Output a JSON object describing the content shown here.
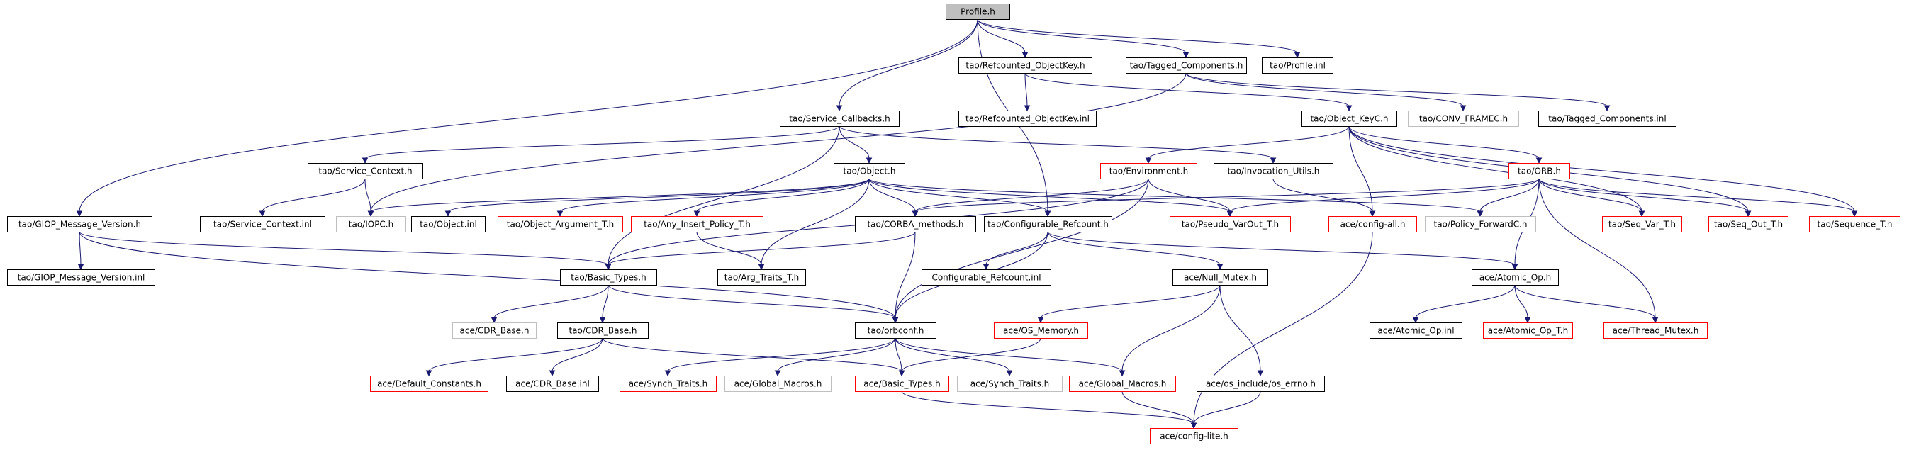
{
  "colors": {
    "edge": "#191970",
    "border_default": "#000000",
    "border_red": "#ff0000",
    "border_gray": "#bfbfbf",
    "fill_root": "#bfbfbf",
    "fill_default": "#ffffff"
  },
  "nodes": [
    {
      "id": "profile_h",
      "label": "Profile.h",
      "style": "root"
    },
    {
      "id": "refcounted_objectkey_h",
      "label": "tao/Refcounted_ObjectKey.h",
      "style": "black"
    },
    {
      "id": "tagged_components_h",
      "label": "tao/Tagged_Components.h",
      "style": "black"
    },
    {
      "id": "profile_inl",
      "label": "tao/Profile.inl",
      "style": "black"
    },
    {
      "id": "service_callbacks_h",
      "label": "tao/Service_Callbacks.h",
      "style": "black"
    },
    {
      "id": "refcounted_objectkey_inl",
      "label": "tao/Refcounted_ObjectKey.inl",
      "style": "black"
    },
    {
      "id": "object_keyc_h",
      "label": "tao/Object_KeyC.h",
      "style": "black"
    },
    {
      "id": "conv_framec_h",
      "label": "tao/CONV_FRAMEC.h",
      "style": "gray"
    },
    {
      "id": "tagged_components_inl",
      "label": "tao/Tagged_Components.inl",
      "style": "black"
    },
    {
      "id": "service_context_h",
      "label": "tao/Service_Context.h",
      "style": "black"
    },
    {
      "id": "object_h",
      "label": "tao/Object.h",
      "style": "black"
    },
    {
      "id": "environment_h",
      "label": "tao/Environment.h",
      "style": "red"
    },
    {
      "id": "invocation_utils_h",
      "label": "tao/Invocation_Utils.h",
      "style": "black"
    },
    {
      "id": "orb_h",
      "label": "tao/ORB.h",
      "style": "red"
    },
    {
      "id": "giop_message_version_h",
      "label": "tao/GIOP_Message_Version.h",
      "style": "black"
    },
    {
      "id": "service_context_inl",
      "label": "tao/Service_Context.inl",
      "style": "black"
    },
    {
      "id": "iopc_h",
      "label": "tao/IOPC.h",
      "style": "gray"
    },
    {
      "id": "object_inl",
      "label": "tao/Object.inl",
      "style": "black"
    },
    {
      "id": "object_argument_t_h",
      "label": "tao/Object_Argument_T.h",
      "style": "red"
    },
    {
      "id": "any_insert_policy_t_h",
      "label": "tao/Any_Insert_Policy_T.h",
      "style": "red"
    },
    {
      "id": "corba_methods_h",
      "label": "tao/CORBA_methods.h",
      "style": "black"
    },
    {
      "id": "configurable_refcount_h",
      "label": "tao/Configurable_Refcount.h",
      "style": "black"
    },
    {
      "id": "pseudo_varout_t_h",
      "label": "tao/Pseudo_VarOut_T.h",
      "style": "red"
    },
    {
      "id": "config_all_h",
      "label": "ace/config-all.h",
      "style": "red"
    },
    {
      "id": "policy_forwardc_h",
      "label": "tao/Policy_ForwardC.h",
      "style": "gray"
    },
    {
      "id": "seq_var_t_h",
      "label": "tao/Seq_Var_T.h",
      "style": "red"
    },
    {
      "id": "seq_out_t_h",
      "label": "tao/Seq_Out_T.h",
      "style": "red"
    },
    {
      "id": "sequence_t_h",
      "label": "tao/Sequence_T.h",
      "style": "red"
    },
    {
      "id": "giop_message_version_inl",
      "label": "tao/GIOP_Message_Version.inl",
      "style": "black"
    },
    {
      "id": "basic_types_h",
      "label": "tao/Basic_Types.h",
      "style": "black"
    },
    {
      "id": "arg_traits_t_h",
      "label": "tao/Arg_Traits_T.h",
      "style": "black"
    },
    {
      "id": "configurable_refcount_inl",
      "label": "Configurable_Refcount.inl",
      "style": "black"
    },
    {
      "id": "null_mutex_h",
      "label": "ace/Null_Mutex.h",
      "style": "black"
    },
    {
      "id": "atomic_op_h",
      "label": "ace/Atomic_Op.h",
      "style": "black"
    },
    {
      "id": "ace_cdr_base_h_gray",
      "label": "ace/CDR_Base.h",
      "style": "gray"
    },
    {
      "id": "tao_cdr_base_h",
      "label": "tao/CDR_Base.h",
      "style": "black"
    },
    {
      "id": "orbconf_h",
      "label": "tao/orbconf.h",
      "style": "black"
    },
    {
      "id": "os_memory_h",
      "label": "ace/OS_Memory.h",
      "style": "red"
    },
    {
      "id": "atomic_op_inl",
      "label": "ace/Atomic_Op.inl",
      "style": "black"
    },
    {
      "id": "atomic_op_t_h",
      "label": "ace/Atomic_Op_T.h",
      "style": "red"
    },
    {
      "id": "thread_mutex_h",
      "label": "ace/Thread_Mutex.h",
      "style": "red"
    },
    {
      "id": "default_constants_h",
      "label": "ace/Default_Constants.h",
      "style": "red"
    },
    {
      "id": "cdr_base_inl",
      "label": "ace/CDR_Base.inl",
      "style": "black"
    },
    {
      "id": "synch_traits_h_red",
      "label": "ace/Synch_Traits.h",
      "style": "red"
    },
    {
      "id": "global_macros_h_gray",
      "label": "ace/Global_Macros.h",
      "style": "gray"
    },
    {
      "id": "basic_types_h_ace",
      "label": "ace/Basic_Types.h",
      "style": "red"
    },
    {
      "id": "synch_traits_h_gray",
      "label": "ace/Synch_Traits.h",
      "style": "gray"
    },
    {
      "id": "global_macros_h_red",
      "label": "ace/Global_Macros.h",
      "style": "red"
    },
    {
      "id": "os_errno_h",
      "label": "ace/os_include/os_errno.h",
      "style": "black"
    },
    {
      "id": "config_lite_h",
      "label": "ace/config-lite.h",
      "style": "red"
    }
  ],
  "edges": [
    [
      "profile_h",
      "refcounted_objectkey_h"
    ],
    [
      "profile_h",
      "tagged_components_h"
    ],
    [
      "profile_h",
      "profile_inl"
    ],
    [
      "profile_h",
      "service_callbacks_h"
    ],
    [
      "profile_h",
      "giop_message_version_h"
    ],
    [
      "profile_h",
      "configurable_refcount_h"
    ],
    [
      "refcounted_objectkey_h",
      "refcounted_objectkey_inl"
    ],
    [
      "refcounted_objectkey_h",
      "object_keyc_h"
    ],
    [
      "tagged_components_h",
      "conv_framec_h"
    ],
    [
      "tagged_components_h",
      "tagged_components_inl"
    ],
    [
      "tagged_components_h",
      "iopc_h"
    ],
    [
      "service_callbacks_h",
      "service_context_h"
    ],
    [
      "service_callbacks_h",
      "object_h"
    ],
    [
      "service_callbacks_h",
      "invocation_utils_h"
    ],
    [
      "service_callbacks_h",
      "basic_types_h"
    ],
    [
      "object_keyc_h",
      "environment_h"
    ],
    [
      "object_keyc_h",
      "orb_h"
    ],
    [
      "object_keyc_h",
      "config_all_h"
    ],
    [
      "object_keyc_h",
      "seq_var_t_h"
    ],
    [
      "object_keyc_h",
      "seq_out_t_h"
    ],
    [
      "object_keyc_h",
      "sequence_t_h"
    ],
    [
      "service_context_h",
      "service_context_inl"
    ],
    [
      "service_context_h",
      "iopc_h"
    ],
    [
      "object_h",
      "iopc_h"
    ],
    [
      "object_h",
      "object_inl"
    ],
    [
      "object_h",
      "object_argument_t_h"
    ],
    [
      "object_h",
      "any_insert_policy_t_h"
    ],
    [
      "object_h",
      "corba_methods_h"
    ],
    [
      "object_h",
      "configurable_refcount_h"
    ],
    [
      "object_h",
      "pseudo_varout_t_h"
    ],
    [
      "object_h",
      "policy_forwardc_h"
    ],
    [
      "object_h",
      "arg_traits_t_h"
    ],
    [
      "environment_h",
      "corba_methods_h"
    ],
    [
      "environment_h",
      "pseudo_varout_t_h"
    ],
    [
      "environment_h",
      "basic_types_h"
    ],
    [
      "environment_h",
      "orbconf_h"
    ],
    [
      "invocation_utils_h",
      "config_all_h"
    ],
    [
      "orb_h",
      "corba_methods_h"
    ],
    [
      "orb_h",
      "pseudo_varout_t_h"
    ],
    [
      "orb_h",
      "policy_forwardc_h"
    ],
    [
      "orb_h",
      "seq_var_t_h"
    ],
    [
      "orb_h",
      "seq_out_t_h"
    ],
    [
      "orb_h",
      "sequence_t_h"
    ],
    [
      "orb_h",
      "atomic_op_h"
    ],
    [
      "orb_h",
      "thread_mutex_h"
    ],
    [
      "giop_message_version_h",
      "giop_message_version_inl"
    ],
    [
      "giop_message_version_h",
      "basic_types_h"
    ],
    [
      "giop_message_version_h",
      "orbconf_h"
    ],
    [
      "any_insert_policy_t_h",
      "arg_traits_t_h"
    ],
    [
      "corba_methods_h",
      "basic_types_h"
    ],
    [
      "corba_methods_h",
      "orbconf_h"
    ],
    [
      "configurable_refcount_h",
      "configurable_refcount_inl"
    ],
    [
      "configurable_refcount_h",
      "null_mutex_h"
    ],
    [
      "configurable_refcount_h",
      "atomic_op_h"
    ],
    [
      "configurable_refcount_h",
      "orbconf_h"
    ],
    [
      "basic_types_h",
      "ace_cdr_base_h_gray"
    ],
    [
      "basic_types_h",
      "tao_cdr_base_h"
    ],
    [
      "basic_types_h",
      "orbconf_h"
    ],
    [
      "null_mutex_h",
      "os_memory_h"
    ],
    [
      "null_mutex_h",
      "global_macros_h_red"
    ],
    [
      "null_mutex_h",
      "os_errno_h"
    ],
    [
      "atomic_op_h",
      "atomic_op_inl"
    ],
    [
      "atomic_op_h",
      "atomic_op_t_h"
    ],
    [
      "atomic_op_h",
      "thread_mutex_h"
    ],
    [
      "tao_cdr_base_h",
      "default_constants_h"
    ],
    [
      "tao_cdr_base_h",
      "cdr_base_inl"
    ],
    [
      "tao_cdr_base_h",
      "basic_types_h_ace"
    ],
    [
      "orbconf_h",
      "synch_traits_h_red"
    ],
    [
      "orbconf_h",
      "global_macros_h_gray"
    ],
    [
      "orbconf_h",
      "basic_types_h_ace"
    ],
    [
      "orbconf_h",
      "synch_traits_h_gray"
    ],
    [
      "orbconf_h",
      "global_macros_h_red"
    ],
    [
      "os_memory_h",
      "basic_types_h_ace"
    ],
    [
      "global_macros_h_red",
      "config_lite_h"
    ],
    [
      "basic_types_h_ace",
      "config_lite_h"
    ],
    [
      "os_errno_h",
      "config_lite_h"
    ],
    [
      "config_all_h",
      "config_lite_h"
    ]
  ]
}
